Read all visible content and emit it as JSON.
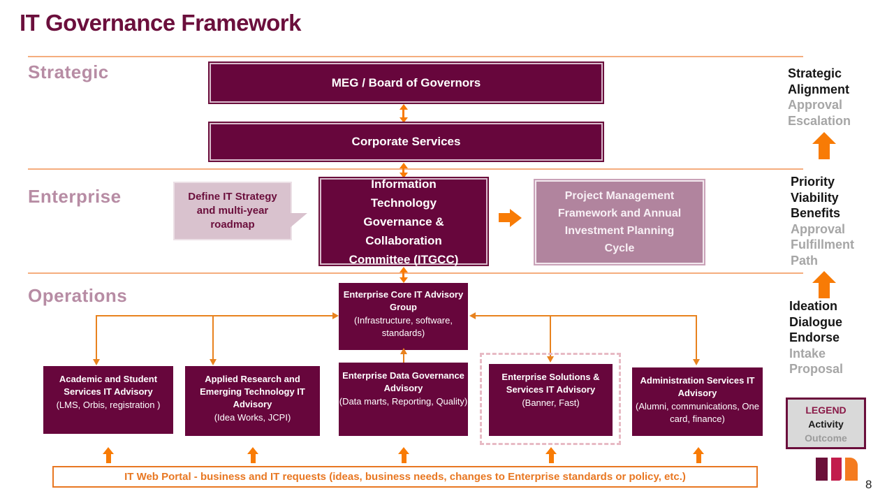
{
  "slide": {
    "title": "IT Governance Framework",
    "page_number": "8"
  },
  "bands": {
    "strategic": "Strategic",
    "enterprise": "Enterprise",
    "operations": "Operations"
  },
  "boxes": {
    "meg": "MEG / Board of Governors",
    "corporate": "Corporate Services",
    "callout": "Define IT Strategy and multi-year roadmap",
    "itgcc": "Information Technology Governance & Collaboration Committee (ITGCC)",
    "pm": "Project Management Framework and Annual Investment Planning Cycle",
    "core_title": "Enterprise Core IT Advisory Group",
    "core_subtitle": "(Infrastructure, software, standards)"
  },
  "advisories": [
    {
      "title": "Academic and Student Services IT Advisory",
      "subtitle": "(LMS, Orbis, registration )"
    },
    {
      "title": "Applied Research and Emerging Technology IT Advisory",
      "subtitle": "(Idea Works, JCPI)"
    },
    {
      "title": "Enterprise Data Governance Advisory",
      "subtitle": "(Data marts, Reporting, Quality)"
    },
    {
      "title": "Enterprise Solutions & Services IT Advisory",
      "subtitle": "(Banner, Fast)"
    },
    {
      "title": "Administration Services IT Advisory",
      "subtitle": "(Alumni, communications, One card, finance)"
    }
  ],
  "portal": "IT Web Portal - business and IT requests (ideas, business needs, changes to Enterprise standards or policy, etc.)",
  "rail": {
    "g1_black": [
      "Strategic",
      "Alignment"
    ],
    "g1_gray": [
      "Approval",
      "Escalation"
    ],
    "g2_black": [
      "Priority",
      "Viability",
      "Benefits"
    ],
    "g2_gray": [
      "Approval",
      "Fulfillment",
      "Path"
    ],
    "g3_black": [
      "Ideation",
      "Dialogue",
      "Endorse"
    ],
    "g3_gray": [
      "Intake",
      "Proposal"
    ]
  },
  "legend": {
    "title": "LEGEND",
    "activity": "Activity",
    "outcome": "Outcome"
  },
  "colors": {
    "maroon": "#67063C",
    "mauve": "#B1849E",
    "callout_fill": "#D9C2CE",
    "arrow_orange": "#F87B05",
    "line_orange": "#E8821E",
    "separator_orange": "#F5AD7E",
    "portal_orange": "#E87722",
    "gray_text": "#A6A6A6",
    "legend_fill": "#D9D9D9",
    "logo_maroon": "#6B1039",
    "logo_crimson": "#C21D4C",
    "logo_orange": "#F47B20"
  }
}
